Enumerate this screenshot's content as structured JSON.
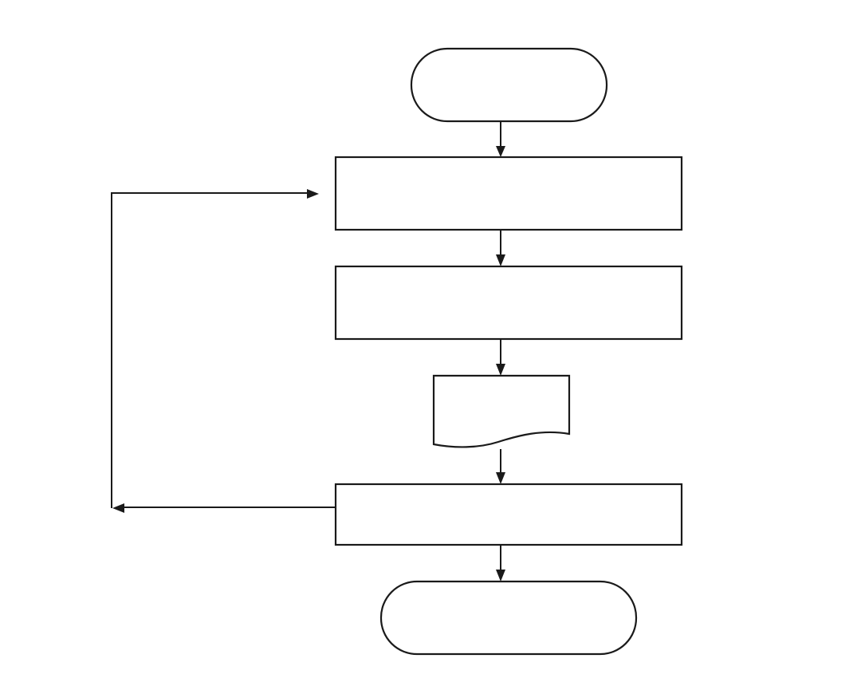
{
  "diagram": {
    "type": "flowchart",
    "nodes": [
      {
        "id": "start",
        "shape": "terminator",
        "label": ""
      },
      {
        "id": "step-1",
        "shape": "process",
        "label": ""
      },
      {
        "id": "step-2",
        "shape": "process",
        "label": ""
      },
      {
        "id": "output",
        "shape": "document",
        "label": ""
      },
      {
        "id": "step-3",
        "shape": "process",
        "label": ""
      },
      {
        "id": "end",
        "shape": "terminator",
        "label": ""
      }
    ],
    "edges": [
      {
        "from": "start",
        "to": "step-1"
      },
      {
        "from": "step-1",
        "to": "step-2"
      },
      {
        "from": "step-2",
        "to": "output"
      },
      {
        "from": "output",
        "to": "step-3"
      },
      {
        "from": "step-3",
        "to": "end"
      },
      {
        "from": "step-3",
        "to": "step-1",
        "kind": "loop-back"
      }
    ],
    "colors": {
      "stroke": "#1a1a1a",
      "fill": "#ffffff",
      "background": "#ffffff"
    }
  }
}
